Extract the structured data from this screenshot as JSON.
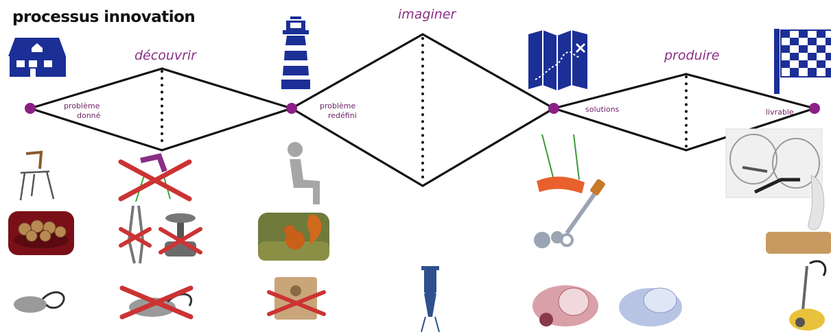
{
  "title": "processus innovation",
  "phases": {
    "discover": "découvrir",
    "imagine": "imaginer",
    "produce": "produire"
  },
  "milestones": {
    "problem_given": [
      "problème",
      "donné"
    ],
    "problem_redefined": [
      "problème",
      "redéfini"
    ],
    "solutions": "solutions",
    "deliverable": "livrable"
  },
  "colors": {
    "icon_blue": "#1b2f96",
    "phase_purple": "#8b2f86",
    "node_purple": "#8b1f86",
    "cross_red": "#cc3333",
    "line": "#111111"
  },
  "icons": [
    "house-icon",
    "lighthouse-icon",
    "treasure-map-icon",
    "checkered-flag-icon"
  ],
  "picture_rows": [
    {
      "row": "chair",
      "items": [
        "school-chair",
        "chair-crossed",
        "sitting-figure",
        "swing-seat",
        "bubble-chair"
      ]
    },
    {
      "row": "nut",
      "items": [
        "walnuts-bowl",
        "nutcracker-crossed",
        "press-crossed",
        "squirrel",
        "gear-tool",
        "nutcracker-design"
      ]
    },
    {
      "row": "vacuum",
      "items": [
        "vacuum-cleaner",
        "vacuum-crossed",
        "dust-bag-crossed",
        "cyclone-separator",
        "cyclone-vacuum-red",
        "cyclone-vacuum-blue",
        "upright-vacuum"
      ]
    }
  ]
}
